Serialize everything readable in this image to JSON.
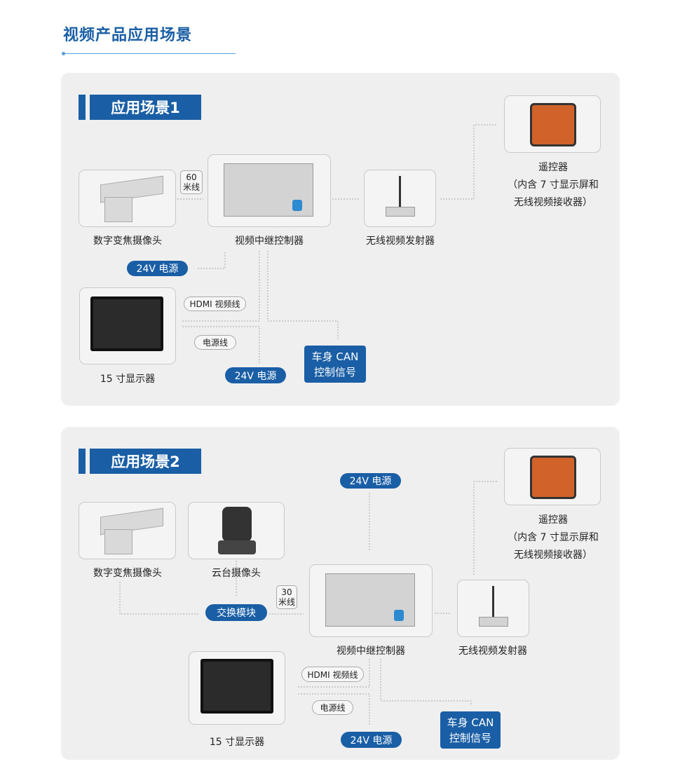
{
  "page_title": "视频产品应用场景",
  "scenes": [
    {
      "title": "应用场景1",
      "camera": "数字变焦摄像头",
      "cable_length": [
        "60",
        "米线"
      ],
      "controller": "视频中继控制器",
      "transmitter": "无线视频发射器",
      "remote": [
        "遥控器",
        "（内含 7 寸显示屏和",
        "无线视频接收器）"
      ],
      "power_top": "24V 电源",
      "power_bottom": "24V 电源",
      "hdmi": "HDMI 视频线",
      "power_cable": "电源线",
      "monitor": "15 寸显示器",
      "can": [
        "车身 CAN",
        "控制信号"
      ]
    },
    {
      "title": "应用场景2",
      "camera": "数字变焦摄像头",
      "ptz": "云台摄像头",
      "switch": "交换模块",
      "cable_length": [
        "30",
        "米线"
      ],
      "controller": "视频中继控制器",
      "transmitter": "无线视频发射器",
      "remote": [
        "遥控器",
        "（内含 7 寸显示屏和",
        "无线视频接收器）"
      ],
      "power_top": "24V 电源",
      "power_bottom": "24V 电源",
      "hdmi": "HDMI 视频线",
      "power_cable": "电源线",
      "monitor": "15 寸显示器",
      "can": [
        "车身 CAN",
        "控制信号"
      ]
    }
  ],
  "colors": {
    "brand": "#1a5fa6",
    "panel": "#efefef"
  }
}
